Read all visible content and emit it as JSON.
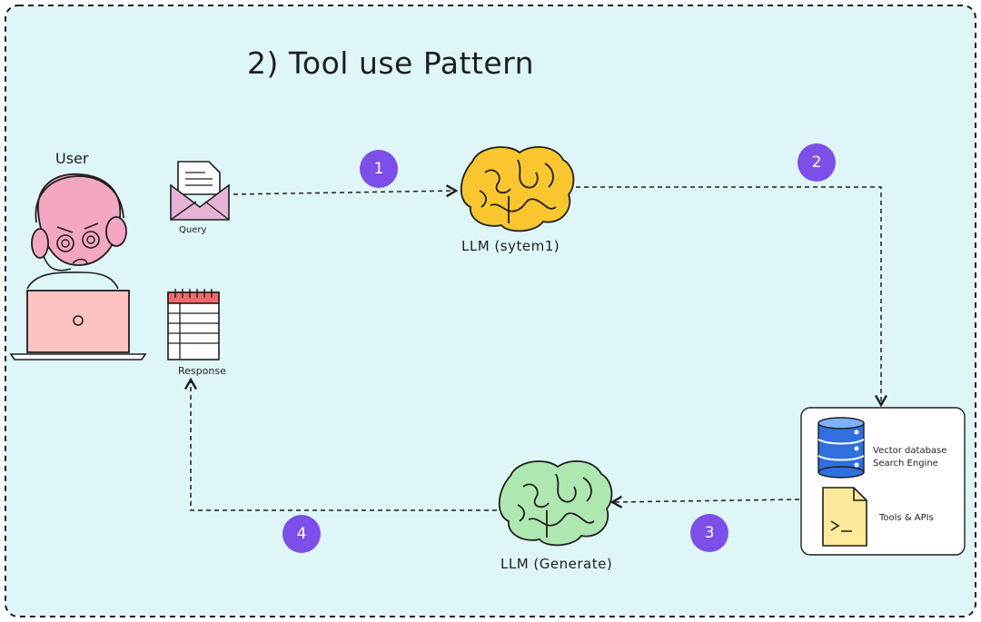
{
  "diagram": {
    "title": "2) Tool use Pattern",
    "user_label": "User",
    "query_label": "Query",
    "response_label": "Response",
    "llm_system_label": "LLM (sytem1)",
    "llm_generate_label": "LLM (Generate)",
    "vector_db_line1": "Vector database",
    "vector_db_line2": "Search Engine",
    "tools_label": "Tools & APIs",
    "steps": [
      "1",
      "2",
      "3",
      "4"
    ]
  },
  "colors": {
    "background": "#dff6f8",
    "brain_top": "#f9c62f",
    "brain_bottom": "#aee8b0",
    "step_badge": "#7c4fe8",
    "envelope": "#e6b3d6",
    "laptop": "#ffc2c2",
    "database": "#2f6fe0",
    "tool_file": "#ffe99a"
  },
  "icons": [
    "user-icon",
    "envelope-icon",
    "notepad-icon",
    "brain-icon",
    "database-icon",
    "terminal-file-icon"
  ]
}
